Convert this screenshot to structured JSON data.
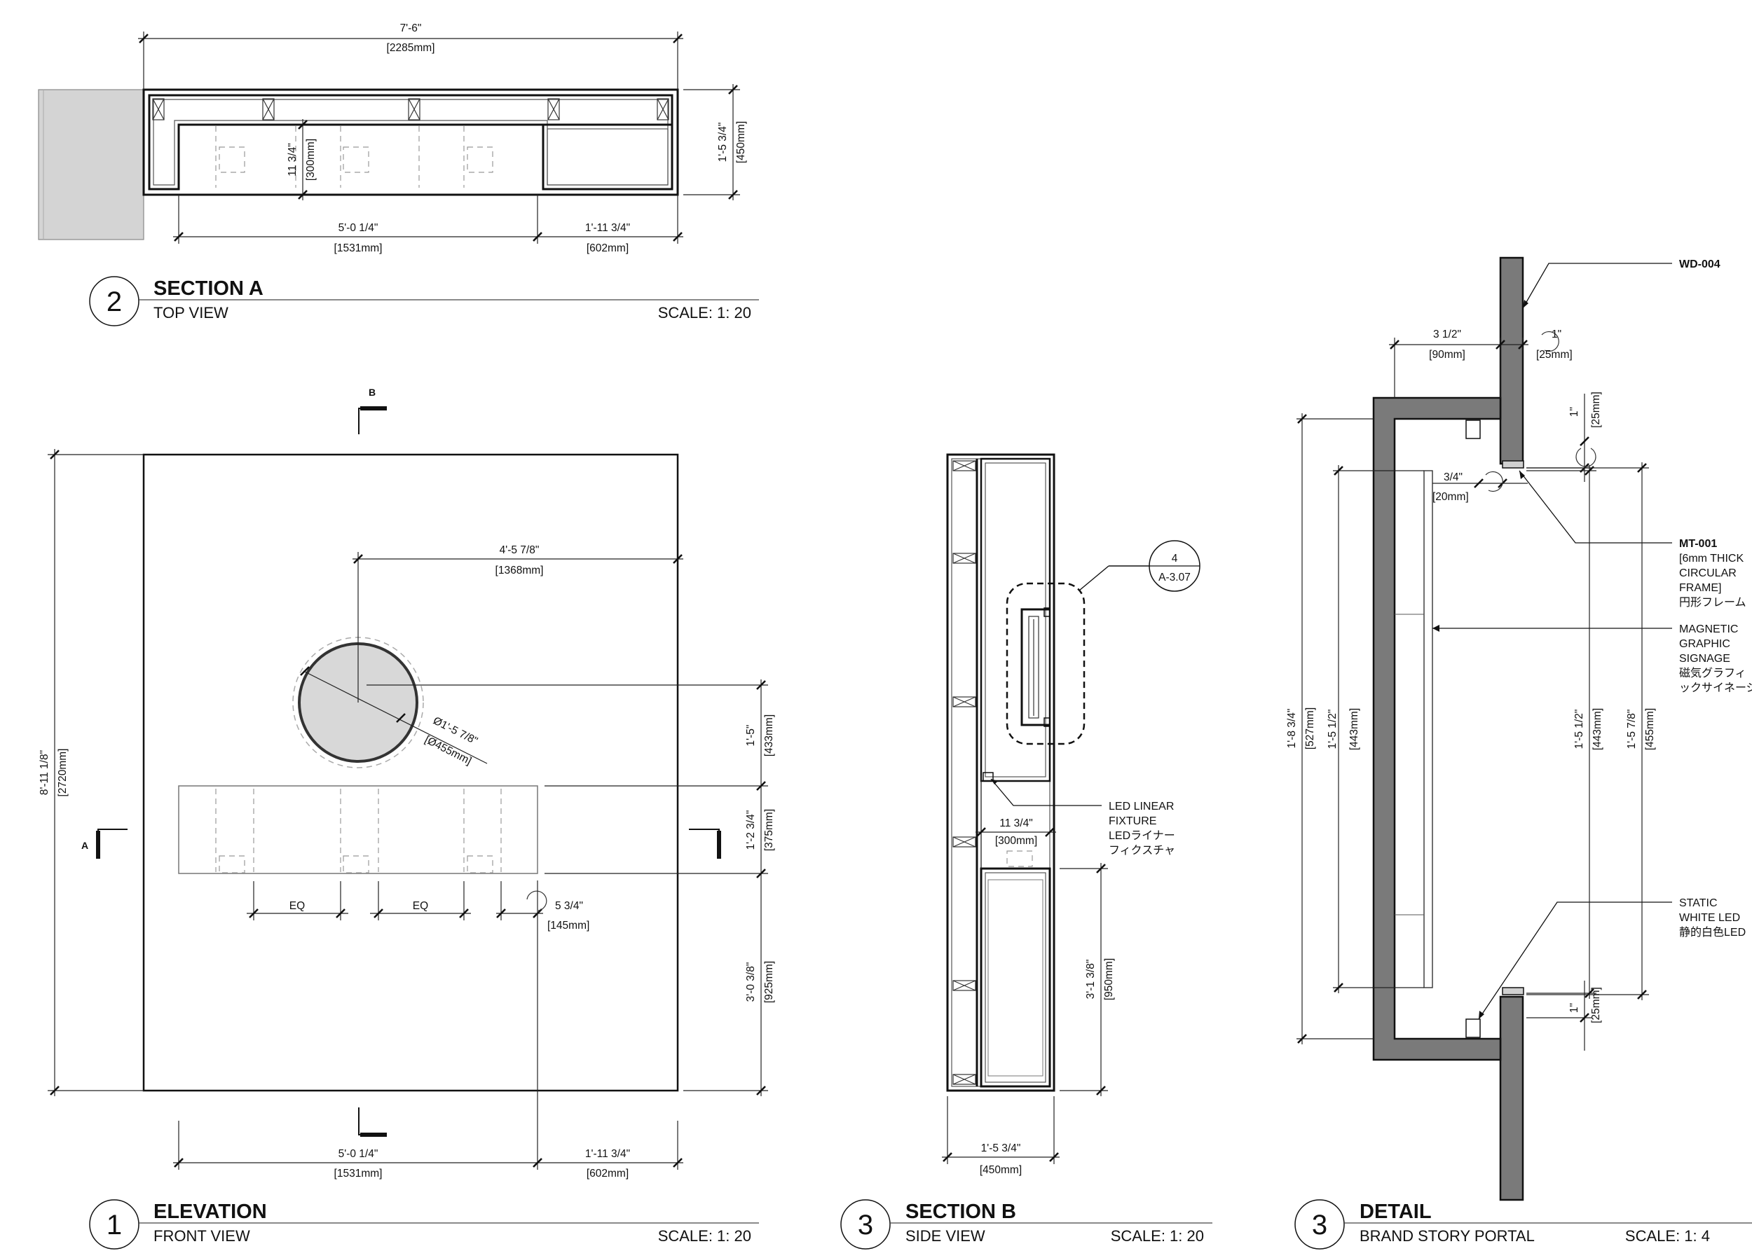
{
  "views": {
    "section_a": {
      "number": "2",
      "title": "SECTION A",
      "subtitle": "TOP VIEW",
      "scale": "SCALE: 1: 20",
      "dims": {
        "overall_ft": "7'-6\"",
        "overall_mm": "[2285mm]",
        "depth_ft": "1'-5 3/4\"",
        "depth_mm": "[450mm]",
        "inner_ft": "11 3/4\"",
        "inner_mm": "[300mm]",
        "left_ft": "5'-0 1/4\"",
        "left_mm": "[1531mm]",
        "right_ft": "1'-11 3/4\"",
        "right_mm": "[602mm]"
      }
    },
    "elevation": {
      "number": "1",
      "title": "ELEVATION",
      "subtitle": "FRONT VIEW",
      "scale": "SCALE: 1: 20",
      "markers": {
        "a": "A",
        "b": "B"
      },
      "dims": {
        "height_ft": "8'-11 1/8\"",
        "height_mm": "[2720mm]",
        "circle_offset_ft": "4'-5 7/8\"",
        "circle_offset_mm": "[1368mm]",
        "diameter_ft": "Ø1'-5 7/8\"",
        "diameter_mm": "[Ø455mm]",
        "upper_ft": "1'-5\"",
        "upper_mm": "[433mm]",
        "band_ft": "1'-2 3/4\"",
        "band_mm": "[375mm]",
        "lower_ft": "3'-0 3/8\"",
        "lower_mm": "[925mm]",
        "eq": "EQ",
        "gap_ft": "5 3/4\"",
        "gap_mm": "[145mm]",
        "left_ft": "5'-0 1/4\"",
        "left_mm": "[1531mm]",
        "right_ft": "1'-11 3/4\"",
        "right_mm": "[602mm]"
      }
    },
    "section_b": {
      "number": "3",
      "title": "SECTION B",
      "subtitle": "SIDE VIEW",
      "scale": "SCALE: 1: 20",
      "callout": {
        "number": "4",
        "sheet": "A-3.07"
      },
      "led_note": [
        "LED LINEAR",
        "FIXTURE",
        "LEDライナー",
        "フィクスチャ"
      ],
      "dims": {
        "mid_ft": "11 3/4\"",
        "mid_mm": "[300mm]",
        "lower_ft": "3'-1 3/8\"",
        "lower_mm": "[950mm]",
        "width_ft": "1'-5 3/4\"",
        "width_mm": "[450mm]"
      }
    },
    "detail": {
      "number": "3",
      "title": "DETAIL",
      "subtitle": "BRAND STORY PORTAL",
      "scale": "SCALE: 1: 4",
      "notes": {
        "wd": "WD-004",
        "mt_code": "MT-001",
        "mt_lines": [
          "[6mm THICK",
          "CIRCULAR",
          "FRAME]",
          "円形フレーム"
        ],
        "mag_lines": [
          "MAGNETIC",
          "GRAPHIC",
          "SIGNAGE",
          "磁気グラフィ",
          "ックサイネージ"
        ],
        "led_lines": [
          "STATIC",
          "WHITE LED",
          "静的白色LED"
        ]
      },
      "dims": {
        "depth_ft": "3 1/2\"",
        "depth_mm": "[90mm]",
        "frame_ft": "1\"",
        "frame_mm": "[25mm]",
        "top_ft": "1\"",
        "top_mm": "[25mm]",
        "gap_ft": "3/4\"",
        "gap_mm": "[20mm]",
        "outer_ft": "1'-8 3/4\"",
        "outer_mm": "[527mm]",
        "panel_ft": "1'-5 1/2\"",
        "panel_mm": "[443mm]",
        "opening_ft": "1'-5 1/2\"",
        "opening_mm": "[443mm]",
        "frame_total_ft": "1'-5 7/8\"",
        "frame_total_mm": "[455mm]",
        "bottom_ft": "1\"",
        "bottom_mm": "[25mm]"
      }
    }
  }
}
